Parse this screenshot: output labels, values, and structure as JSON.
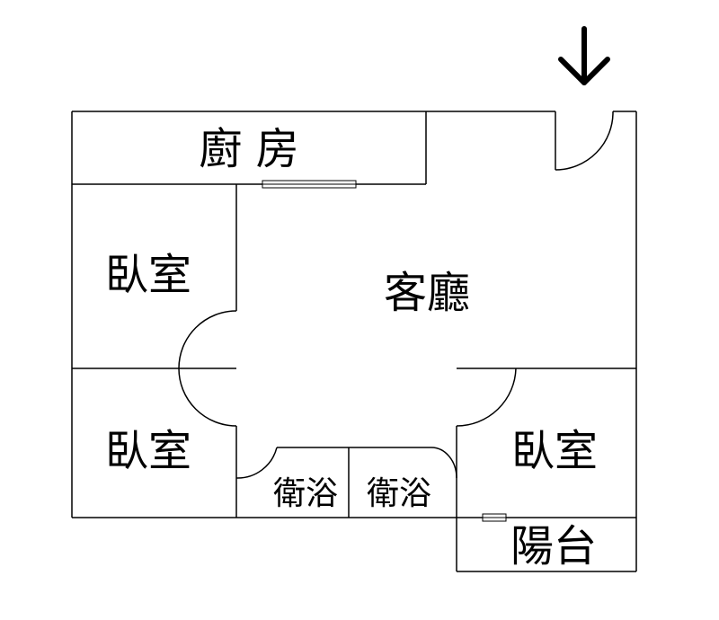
{
  "floor_plan": {
    "rooms": {
      "kitchen": "廚 房",
      "living_room": "客廳",
      "bedroom_top_left": "臥室",
      "bedroom_bottom_left": "臥室",
      "bedroom_bottom_right": "臥室",
      "bathroom_left": "衛浴",
      "bathroom_right": "衛浴",
      "balcony": "陽台"
    },
    "entrance_icon": "down-arrow-icon",
    "line_color": "#000000",
    "background_color": "#ffffff"
  }
}
